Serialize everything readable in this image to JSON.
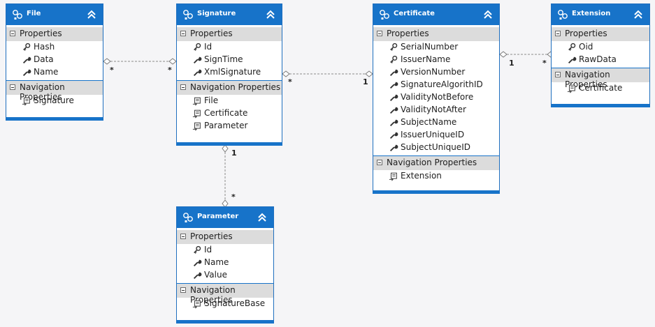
{
  "diagram": {
    "section_labels": {
      "properties": "Properties",
      "navigation": "Navigation Properties"
    },
    "entities": {
      "file": {
        "title": "File",
        "properties": [
          "Hash",
          "Data",
          "Name"
        ],
        "navigation": [
          "Signature"
        ]
      },
      "signature": {
        "title": "Signature",
        "properties": [
          "Id",
          "SignTime",
          "XmlSignature"
        ],
        "navigation": [
          "File",
          "Certificate",
          "Parameter"
        ]
      },
      "certificate": {
        "title": "Certificate",
        "properties": [
          "SerialNumber",
          "IssuerName",
          "VersionNumber",
          "SignatureAlgorithID",
          "ValidityNotBefore",
          "ValidityNotAfter",
          "SubjectName",
          "IssuerUniqueID",
          "SubjectUniqueID"
        ],
        "navigation": [
          "Extension"
        ]
      },
      "extension": {
        "title": "Extension",
        "properties": [
          "Oid",
          "RawData"
        ],
        "navigation": [
          "Certificate"
        ]
      },
      "parameter": {
        "title": "Parameter",
        "properties": [
          "Id",
          "Name",
          "Value"
        ],
        "navigation": [
          "SignatureBase"
        ]
      }
    },
    "associations": {
      "file_signature": {
        "from_mult": "*",
        "to_mult": "*"
      },
      "signature_certificate": {
        "from_mult": "*",
        "to_mult": "1"
      },
      "certificate_extension": {
        "from_mult": "1",
        "to_mult": "*"
      },
      "signature_parameter": {
        "from_mult": "1",
        "to_mult": "*"
      }
    },
    "colors": {
      "header": "#1773c9",
      "section": "#dcdcdc",
      "background": "#f5f5f7"
    },
    "icons": {
      "entity": "entity-type-icon",
      "key": "key-icon",
      "property": "wrench-icon",
      "navigation": "navigation-property-icon",
      "collapse": "double-chevron-up-icon"
    }
  }
}
